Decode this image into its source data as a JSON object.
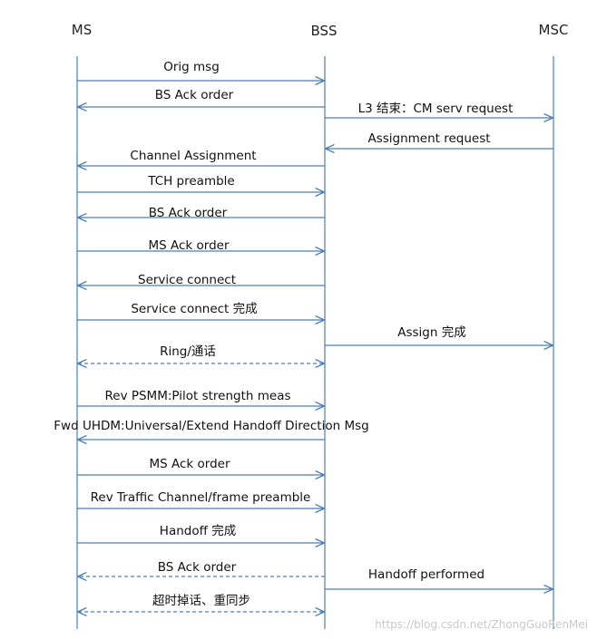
{
  "lanes": [
    {
      "id": "ms",
      "label": "MS"
    },
    {
      "id": "bss",
      "label": "BSS"
    },
    {
      "id": "msc",
      "label": "MSC"
    }
  ],
  "messages": [
    {
      "from": "ms",
      "to": "bss",
      "label": "Orig msg",
      "dashed": false
    },
    {
      "from": "bss",
      "to": "ms",
      "label": "BS Ack order",
      "dashed": false
    },
    {
      "from": "bss",
      "to": "msc",
      "label": "L3 结束：CM serv request",
      "dashed": false
    },
    {
      "from": "msc",
      "to": "bss",
      "label": "Assignment request",
      "dashed": false
    },
    {
      "from": "bss",
      "to": "ms",
      "label": "Channel Assignment",
      "dashed": false
    },
    {
      "from": "ms",
      "to": "bss",
      "label": "TCH preamble",
      "dashed": false
    },
    {
      "from": "bss",
      "to": "ms",
      "label": "BS Ack order",
      "dashed": false
    },
    {
      "from": "ms",
      "to": "bss",
      "label": "MS Ack order",
      "dashed": false
    },
    {
      "from": "bss",
      "to": "ms",
      "label": "Service connect",
      "dashed": false
    },
    {
      "from": "ms",
      "to": "bss",
      "label": "Service connect 完成",
      "dashed": false
    },
    {
      "from": "bss",
      "to": "msc",
      "label": "Assign 完成",
      "dashed": false
    },
    {
      "from": "both",
      "to": "both",
      "label": "Ring/通话",
      "dashed": true
    },
    {
      "from": "ms",
      "to": "bss",
      "label": "Rev PSMM:Pilot strength meas",
      "dashed": false
    },
    {
      "from": "bss",
      "to": "ms",
      "label": "Fwd UHDM:Universal/Extend Handoff Direction Msg",
      "dashed": false
    },
    {
      "from": "ms",
      "to": "bss",
      "label": "MS Ack order",
      "dashed": false
    },
    {
      "from": "ms",
      "to": "bss",
      "label": "Rev Traffic Channel/frame preamble",
      "dashed": false
    },
    {
      "from": "ms",
      "to": "bss",
      "label": "Handoff 完成",
      "dashed": false
    },
    {
      "from": "bss",
      "to": "ms",
      "label": "BS Ack order",
      "dashed": true
    },
    {
      "from": "bss",
      "to": "msc",
      "label": "Handoff performed",
      "dashed": false
    },
    {
      "from": "both",
      "to": "both",
      "label": "超时掉话、重同步",
      "dashed": true
    }
  ],
  "watermark": "https://blog.csdn.net/ZhongGuoRenMei",
  "colors": {
    "line": "#4a7ebb",
    "text": "#111111"
  }
}
